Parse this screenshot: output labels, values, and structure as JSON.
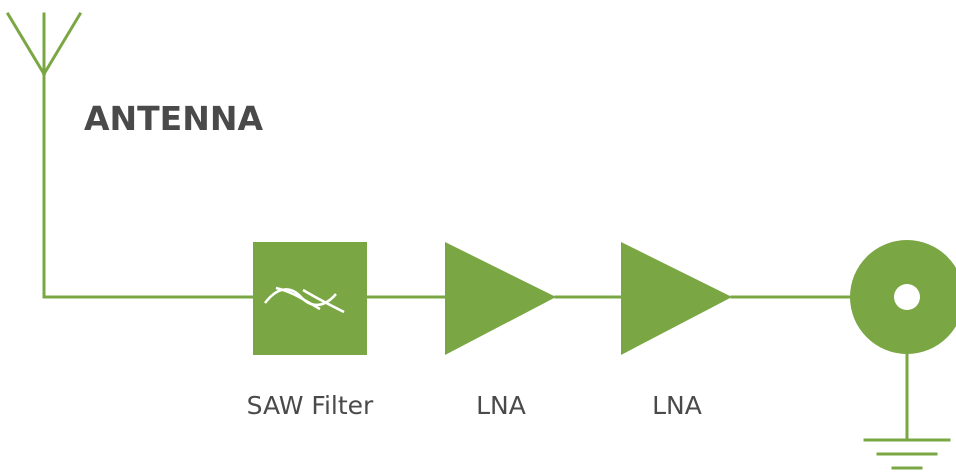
{
  "diagram": {
    "title": "ANTENNA",
    "components": [
      {
        "label": "SAW Filter"
      },
      {
        "label": "LNA"
      },
      {
        "label": "LNA"
      }
    ]
  },
  "colors": {
    "accent": "#7aa744",
    "text": "#4a4a4a",
    "background": "#ffffff"
  },
  "icons": [
    "antenna-icon",
    "saw-filter-icon",
    "amplifier-icon",
    "coax-connector-icon",
    "ground-icon"
  ]
}
